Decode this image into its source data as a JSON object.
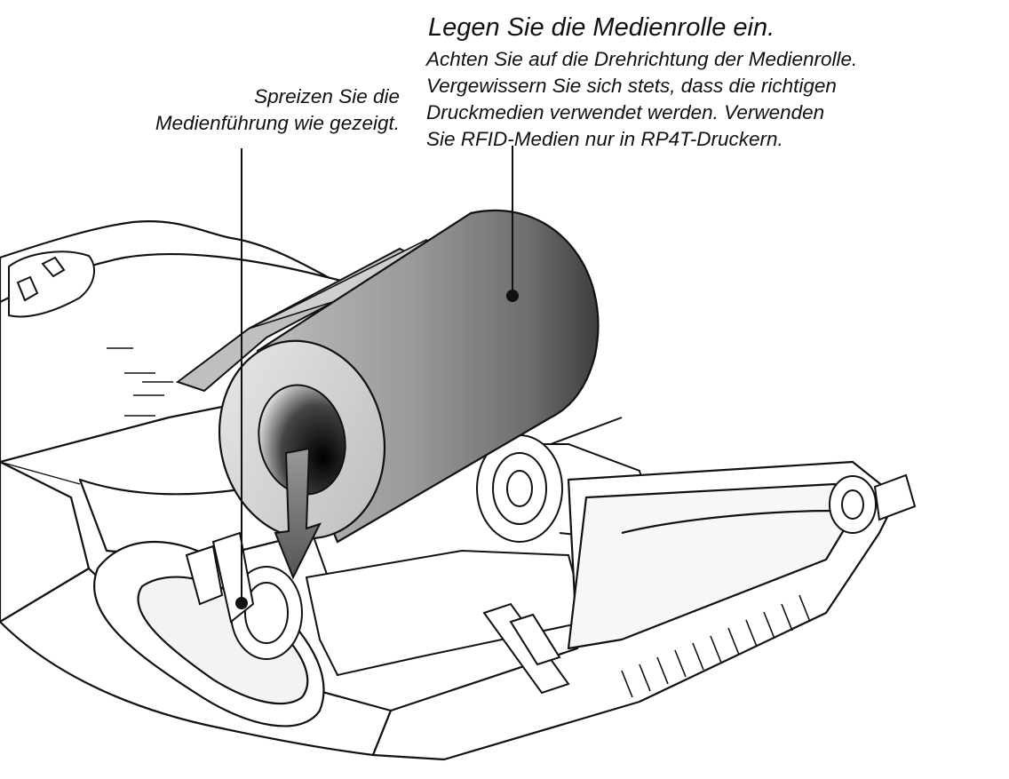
{
  "callouts": {
    "roll": {
      "title": "Legen Sie die Medienrolle ein.",
      "lines": [
        "Achten Sie auf die Drehrichtung der Medienrolle.",
        "Vergewissern Sie sich stets, dass die richtigen",
        "Druckmedien verwendet werden. Verwenden",
        "Sie RFID-Medien nur in RP4T-Druckern."
      ]
    },
    "guide": {
      "lines": [
        "Spreizen Sie die",
        "Medienführung wie gezeigt."
      ]
    }
  },
  "colors": {
    "outline": "#111111",
    "roll_dark": "#3a3a3a",
    "roll_mid": "#8a8a8a",
    "roll_light": "#d9d9d9",
    "arrow": "#777777"
  }
}
